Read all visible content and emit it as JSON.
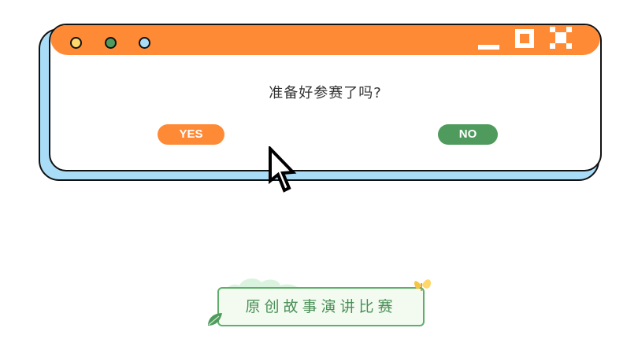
{
  "dialog": {
    "question": "准备好参赛了吗?",
    "yes_label": "YES",
    "no_label": "NO",
    "window_controls": {
      "dots": [
        "yellow-dot",
        "green-dot",
        "blue-dot"
      ],
      "minimize_icon": "minimize-icon",
      "maximize_icon": "maximize-icon",
      "close_icon": "close-icon"
    }
  },
  "banner": {
    "title": "原创故事演讲比赛"
  },
  "colors": {
    "orange": "#ff8a36",
    "green": "#4f9b5d",
    "light_blue": "#a9dcf6",
    "yellow": "#ffd76a",
    "banner_green": "#4a8f56"
  }
}
